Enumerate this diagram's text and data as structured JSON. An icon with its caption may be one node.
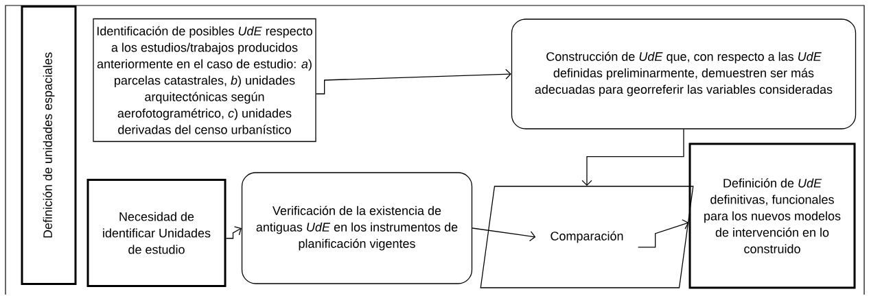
{
  "diagram": {
    "nodes": [
      {
        "text": [
          "Definición de unidades espaciales"
        ]
      },
      {
        "text": [
          "Identificación de posibles *UdE* respecto a los estudios/trabajos producidos anteriormente en el caso de estudio: *a*) parcelas catastrales, *b*) unidades arquitectónicas según aerofotogramétrico, *c*) unidades derivadas del censo urbanístico"
        ]
      },
      {
        "text": [
          "Construcción de *UdE* que, con respecto a las *UdE* definidas preliminarmente, demuestren ser más adecuadas para georreferir las variables consideradas"
        ]
      },
      {
        "text": [
          "Necesidad de identificar Unidades de estudio"
        ]
      },
      {
        "text": [
          "Verificación de la existencia de antiguas *UdE* en los instrumentos de planificación vigentes"
        ]
      },
      {
        "text": [
          "Comparación"
        ]
      },
      {
        "text": [
          "Definición de *UdE* definitivas, funcionales para los nuevos modelos de intervención en lo construido"
        ]
      }
    ],
    "edges": [
      {
        "from": 1,
        "to": 2,
        "arrow": "to"
      },
      {
        "from": 2,
        "to": 5,
        "arrow": "to"
      },
      {
        "from": 3,
        "to": 4,
        "arrow": "to"
      },
      {
        "from": 4,
        "to": 5,
        "arrow": "to"
      },
      {
        "from": 5,
        "to": 6,
        "arrow": "to"
      }
    ]
  }
}
